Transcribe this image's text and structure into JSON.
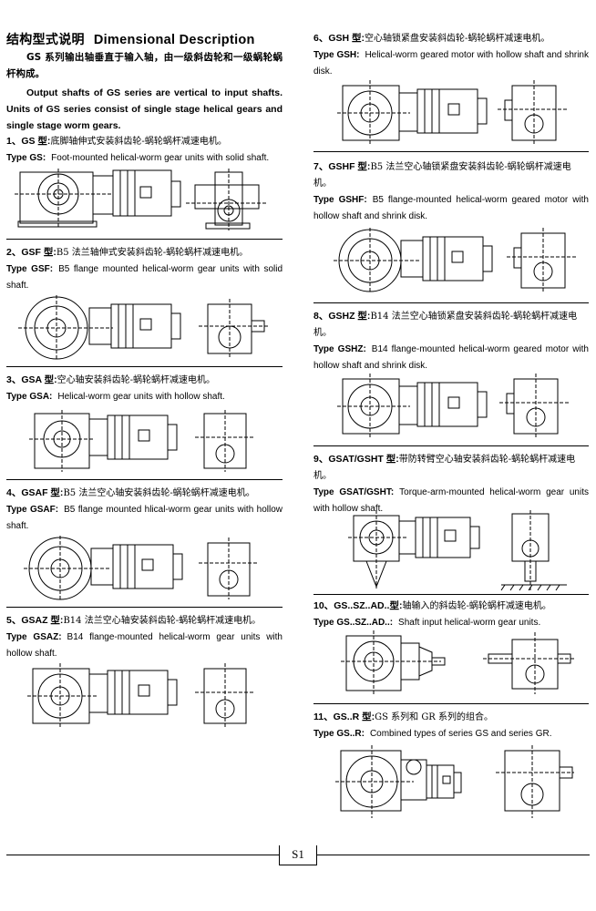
{
  "title": {
    "cn": "结构型式说明",
    "en": "Dimensional Description"
  },
  "intro": {
    "cn": "GS 系列输出轴垂直于输入轴，由一级斜齿轮和一级蜗轮蜗杆构成。",
    "en": "Output shafts of GS series are vertical to input shafts. Units of GS series consist of single stage helical gears and single stage worm gears."
  },
  "items": [
    {
      "num": "1、",
      "code": "GS 型:",
      "cn": "底脚轴伸式安装斜齿轮-蜗轮蜗杆减速电机。",
      "type_label": "Type GS:",
      "desc": "Foot-mounted helical-worm gear units with solid shaft."
    },
    {
      "num": "2、",
      "code": "GSF 型:",
      "cn": "B5 法兰轴伸式安装斜齿轮-蜗轮蜗杆减速电机。",
      "type_label": "Type GSF:",
      "desc": "B5 flange mounted helical-worm gear units with solid shaft."
    },
    {
      "num": "3、",
      "code": "GSA 型:",
      "cn": "空心轴安装斜齿轮-蜗轮蜗杆减速电机。",
      "type_label": "Type GSA:",
      "desc": "Helical-worm gear units with hollow shaft."
    },
    {
      "num": "4、",
      "code": "GSAF 型:",
      "cn": "B5 法兰空心轴安装斜齿轮-蜗轮蜗杆减速电机。",
      "type_label": "Type GSAF:",
      "desc": "B5 flange mounted hlical-worm gear units with hollow shaft."
    },
    {
      "num": "5、",
      "code": "GSAZ 型:",
      "cn": "B14 法兰空心轴安装斜齿轮-蜗轮蜗杆减速电机。",
      "type_label": "Type GSAZ:",
      "desc": "B14 flange-mounted helical-worm gear units with hollow shaft."
    },
    {
      "num": "6、",
      "code": "GSH 型:",
      "cn": "空心轴锁紧盘安装斜齿轮-蜗轮蜗杆减速电机。",
      "type_label": "Type GSH:",
      "desc": "Helical-worm geared motor with hollow shaft and shrink disk."
    },
    {
      "num": "7、",
      "code": "GSHF 型:",
      "cn": "B5 法兰空心轴锁紧盘安装斜齿轮-蜗轮蜗杆减速电机。",
      "type_label": "Type GSHF:",
      "desc": "B5 flange-mounted helical-worm geared motor with hollow shaft and shrink disk."
    },
    {
      "num": "8、",
      "code": "GSHZ 型:",
      "cn": "B14 法兰空心轴锁紧盘安装斜齿轮-蜗轮蜗杆减速电机。",
      "type_label": "Type GSHZ:",
      "desc": "B14 flange-mounted helical-worm geared motor with hollow shaft and shrink disk."
    },
    {
      "num": "9、",
      "code": "GSAT/GSHT 型:",
      "cn": "带防转臂空心轴安装斜齿轮-蜗轮蜗杆减速电机。",
      "type_label": "Type GSAT/GSHT:",
      "desc": "Torque-arm-mounted helical-worm gear units with hollow shaft."
    },
    {
      "num": "10、",
      "code": "GS..SZ..AD..型:",
      "cn": "轴输入的斜齿轮-蜗轮蜗杆减速电机。",
      "type_label": "Type GS..SZ..AD..:",
      "desc": "Shaft input helical-worm gear units."
    },
    {
      "num": "11、",
      "code": "GS..R 型:",
      "cn": "GS 系列和 GR 系列的组合。",
      "type_label": "Type GS..R:",
      "desc": "Combined types of series GS and series GR."
    }
  ],
  "page_number": "S1"
}
